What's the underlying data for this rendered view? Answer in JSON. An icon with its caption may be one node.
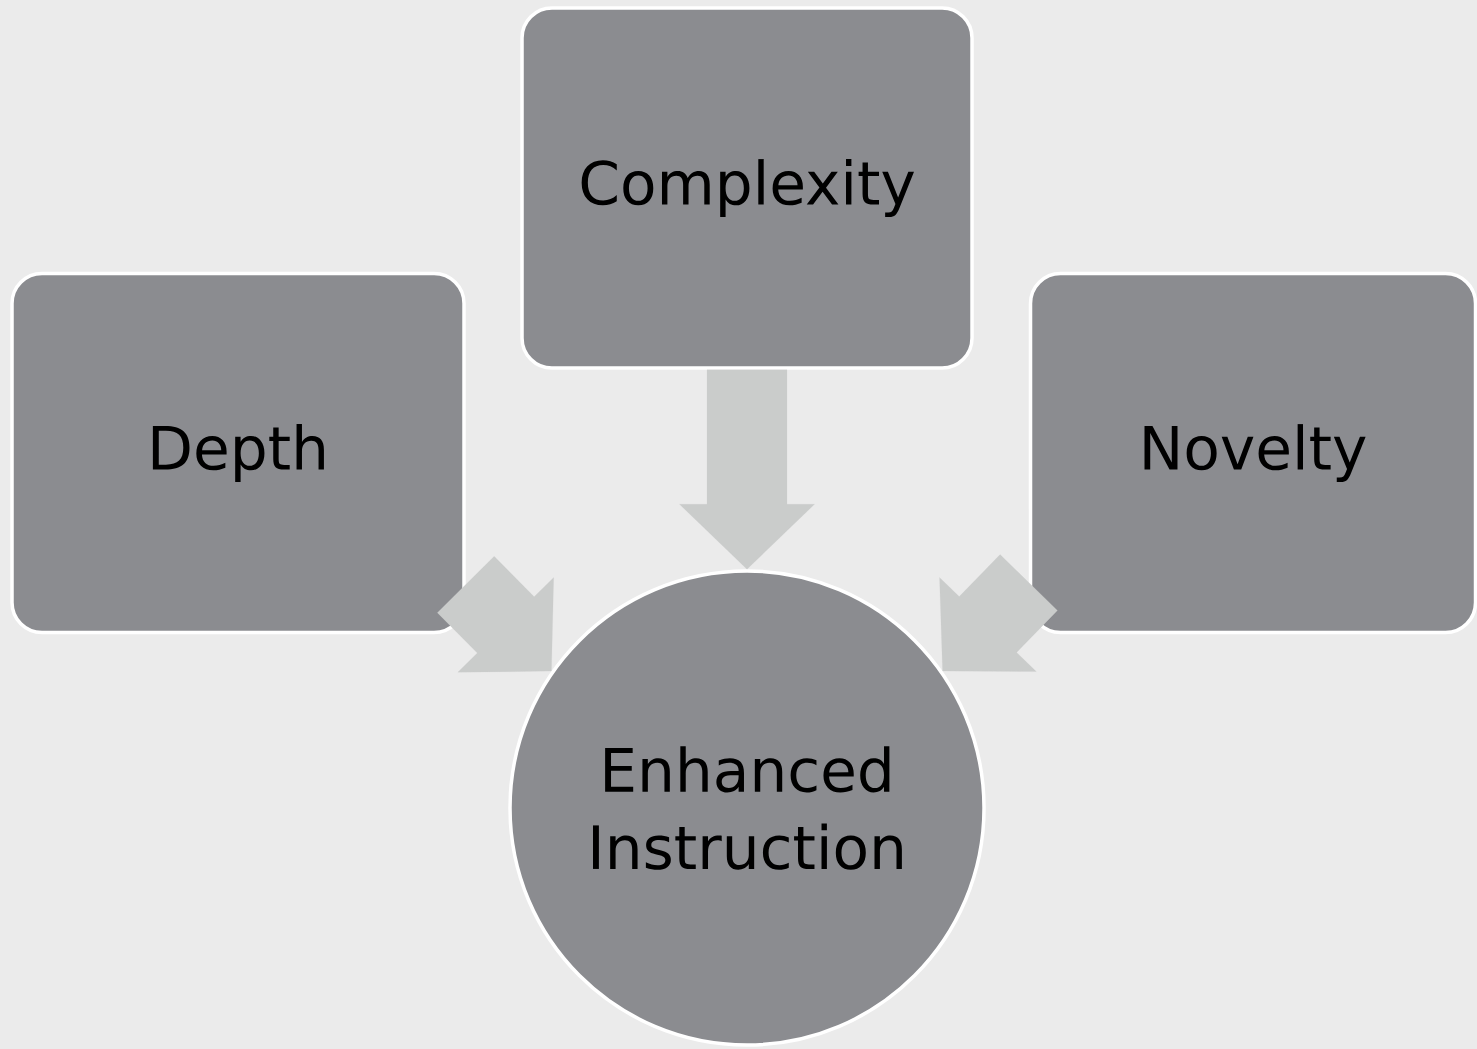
{
  "diagram": {
    "nodes": [
      {
        "text": [
          "Complexity"
        ]
      },
      {
        "text": [
          "Depth"
        ]
      },
      {
        "text": [
          "Novelty"
        ]
      },
      {
        "text": [
          "Enhanced Instruction"
        ]
      }
    ],
    "edges": [
      {
        "from": 0,
        "to": 3,
        "arrow": "to"
      },
      {
        "from": 1,
        "to": 3,
        "arrow": "to"
      },
      {
        "from": 2,
        "to": 3,
        "arrow": "to"
      }
    ]
  }
}
